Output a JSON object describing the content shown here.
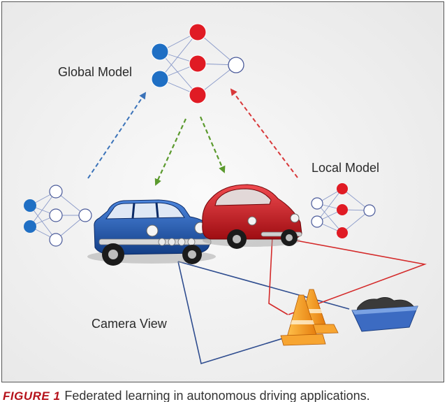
{
  "labels": {
    "global_model": "Global Model",
    "local_model": "Local Model",
    "camera_view": "Camera View"
  },
  "caption": {
    "figure_label": "FIGURE 1",
    "text": "Federated learning in autonomous driving applications."
  },
  "colors": {
    "panel_bg": "#efefef",
    "node_blue": "#1f6fc4",
    "node_red": "#e01b24",
    "node_empty": "#ffffff",
    "edge": "#8a9ac9",
    "arrow_blue": "#3b73b9",
    "arrow_green": "#5b9a2e",
    "arrow_red": "#d8383a",
    "camera_line": "#2f4d8f",
    "sensor_line": "#d42a2a",
    "car_blue": "#1d4fa3",
    "car_red": "#c6151c",
    "cone": "#f39a1e",
    "bin": "#3c6bc2"
  }
}
